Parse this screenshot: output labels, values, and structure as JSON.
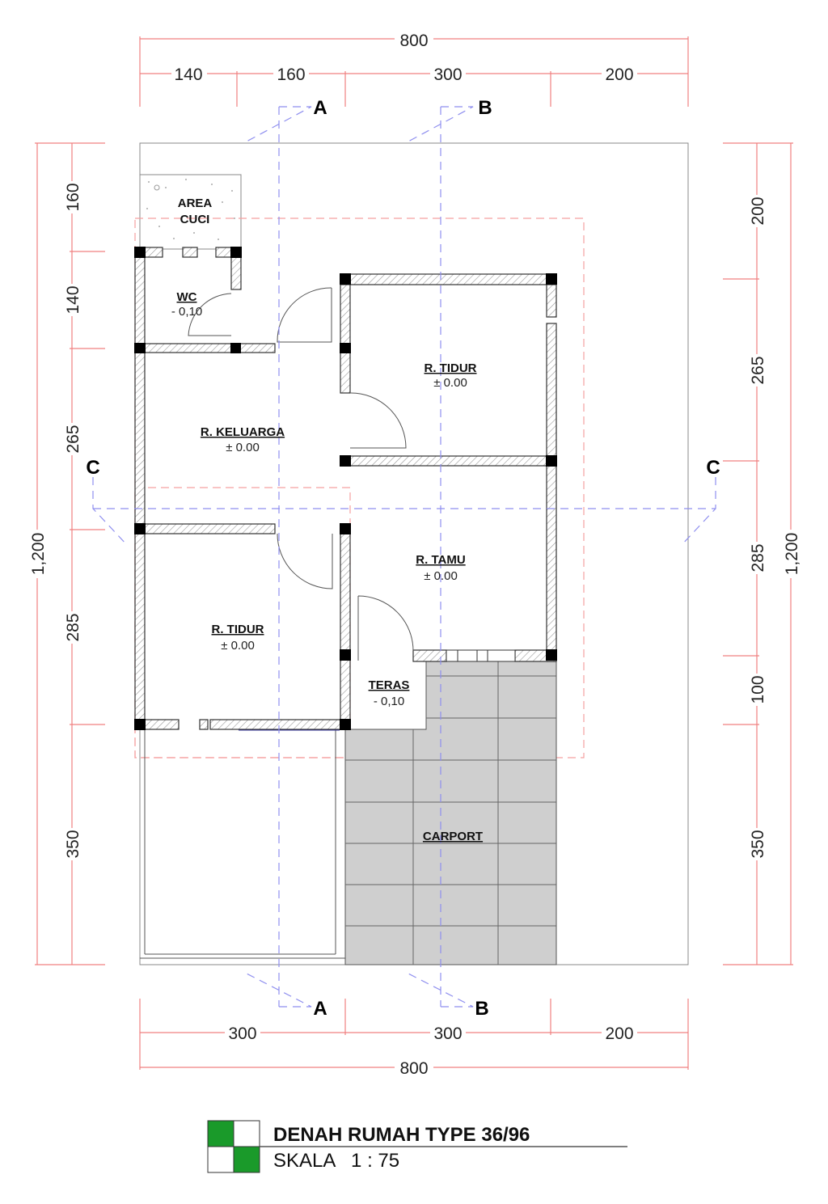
{
  "dimensions": {
    "top_total": "800",
    "top_segments": [
      "140",
      "160",
      "300",
      "200"
    ],
    "bottom_segments": [
      "300",
      "300",
      "200"
    ],
    "bottom_total": "800",
    "left_total": "1,200",
    "left_segments": [
      "160",
      "140",
      "265",
      "285",
      "350"
    ],
    "right_total": "1,200",
    "right_segments": [
      "200",
      "265",
      "285",
      "100",
      "350"
    ]
  },
  "sections": {
    "a": "A",
    "b": "B",
    "c": "C"
  },
  "rooms": {
    "area_cuci": {
      "line1": "AREA",
      "line2": "CUCI"
    },
    "wc": {
      "name": "WC",
      "level": "- 0,10"
    },
    "r_tidur_1": {
      "name": "R. TIDUR",
      "level": "± 0.00"
    },
    "r_keluarga": {
      "name": "R. KELUARGA",
      "level": "± 0.00"
    },
    "r_tamu": {
      "name": "R. TAMU",
      "level": "± 0.00"
    },
    "r_tidur_2": {
      "name": "R. TIDUR",
      "level": "± 0.00"
    },
    "teras": {
      "name": "TERAS",
      "level": "- 0,10"
    },
    "carport": {
      "name": "CARPORT"
    }
  },
  "title_block": {
    "title": "DENAH RUMAH TYPE 36/96",
    "scale": "SKALA   1 : 75",
    "accent_color": "#1a9a2a"
  }
}
